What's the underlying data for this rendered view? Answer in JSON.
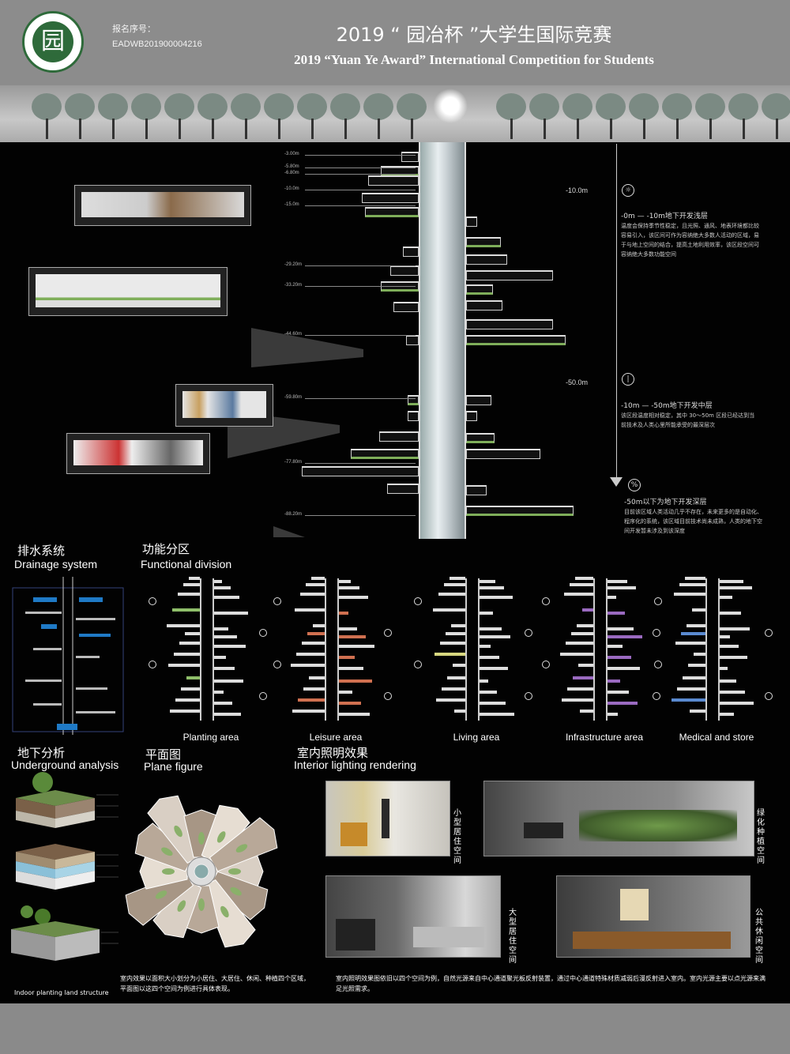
{
  "header": {
    "logo_char": "园",
    "reg_label": "报名序号：",
    "reg_number": "EADWB201900004216",
    "title_cn": "2019 “ 园冶杯 ”大学生国际竞赛",
    "title_en": "2019 “Yuan Ye Award” International Competition for  Students"
  },
  "depths": [
    "-3.00m",
    "-5.80m",
    "-6.80m",
    "-10.0m",
    "-15.0m",
    "-29.20m",
    "-33.20m",
    "-44.60m",
    "-59.80m",
    "-77.80m",
    "-88.20m"
  ],
  "zones": [
    {
      "marker": "-10.0m",
      "title": "-0m — -10m地下开发浅层",
      "text": "温度会保持季节性稳定，且光照、通风、地表环境都比较容易引入，该区间可作为容纳绝大多数人活动的区域，易于与地上空间的结合，提高土地利用效率，该区段空间可容纳绝大多数功能空间"
    },
    {
      "marker": "-50.0m",
      "title": "-10m — -50m地下开发中层",
      "text": "该区段温度相对稳定，其中 30～50m 区段已经达到当前技术及人类心里所能承受的最深层次"
    },
    {
      "title": "-50m以下为地下开发深层",
      "text": "目前该区域人类活动几乎不存在，未来更多的是自动化、程序化的系统，该区域目前技术尚未成熟，人类的地下空间开发暂未涉及到该深度"
    }
  ],
  "sections": {
    "drainage_cn": "排水系统",
    "drainage_en": "Drainage system",
    "function_cn": "功能分区",
    "function_en": "Functional  division",
    "underground_cn": "地下分析",
    "underground_en": "Underground analysis",
    "plane_cn": "平面图",
    "plane_en": "Plane figure",
    "lighting_cn": "室内照明效果",
    "lighting_en": "Interior lighting rendering"
  },
  "function_areas": [
    "Planting area",
    "Leisure area",
    "Living area",
    "Infrastructure area",
    "Medical and  store"
  ],
  "render_labels": [
    "小型居住空间",
    "绿化种植空间",
    "大型居住空间",
    "公共休闲空间"
  ],
  "planting_caption": "Indoor planting land structure",
  "caption_left": "室内效果以面积大小划分为小居住、大居住、休闲、种植四个区域，平面图以这四个空间为例进行具体表现。",
  "caption_right": "室内照明效果图依旧以四个空间为例，自然光源来自中心通道聚光板反射装置，通过中心通道特殊材质减弱后漫反射进入室内。室内光源主要以点光源来满足光照需求。"
}
